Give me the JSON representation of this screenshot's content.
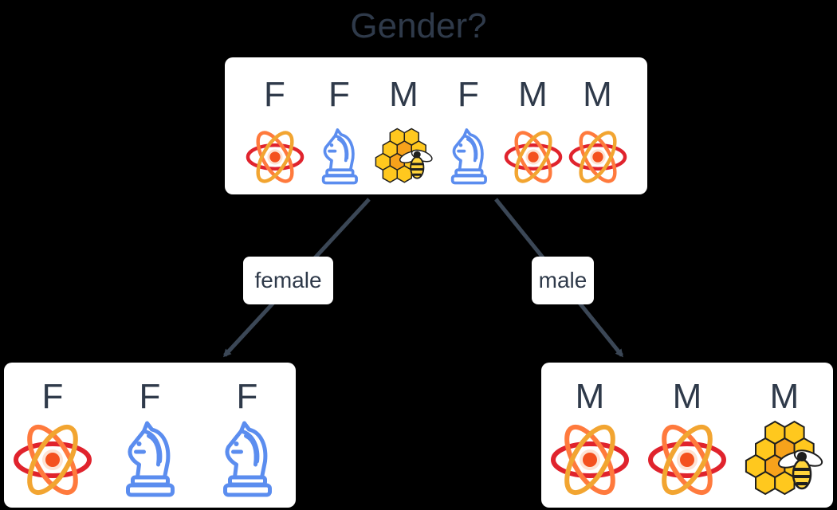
{
  "title": "Gender?",
  "root": {
    "items": [
      {
        "letter": "F",
        "icon": "atom-icon"
      },
      {
        "letter": "F",
        "icon": "knight-icon"
      },
      {
        "letter": "M",
        "icon": "bee-honeycomb-icon"
      },
      {
        "letter": "F",
        "icon": "knight-icon"
      },
      {
        "letter": "M",
        "icon": "atom-icon"
      },
      {
        "letter": "M",
        "icon": "atom-icon"
      }
    ]
  },
  "left_branch": {
    "label": "female",
    "items": [
      {
        "letter": "F",
        "icon": "atom-icon"
      },
      {
        "letter": "F",
        "icon": "knight-icon"
      },
      {
        "letter": "F",
        "icon": "knight-icon"
      }
    ]
  },
  "right_branch": {
    "label": "male",
    "items": [
      {
        "letter": "M",
        "icon": "atom-icon"
      },
      {
        "letter": "M",
        "icon": "atom-icon"
      },
      {
        "letter": "M",
        "icon": "bee-honeycomb-icon"
      }
    ]
  },
  "colors": {
    "background": "#000000",
    "text": "#2f3a4a",
    "atom_orbit_outer": "#e0232d",
    "atom_orbit_mid": "#f2a531",
    "atom_nucleus": "#f4511e",
    "knight": "#5b8def",
    "honeycomb": "#ffc81e",
    "arrow": "#3b4756"
  }
}
